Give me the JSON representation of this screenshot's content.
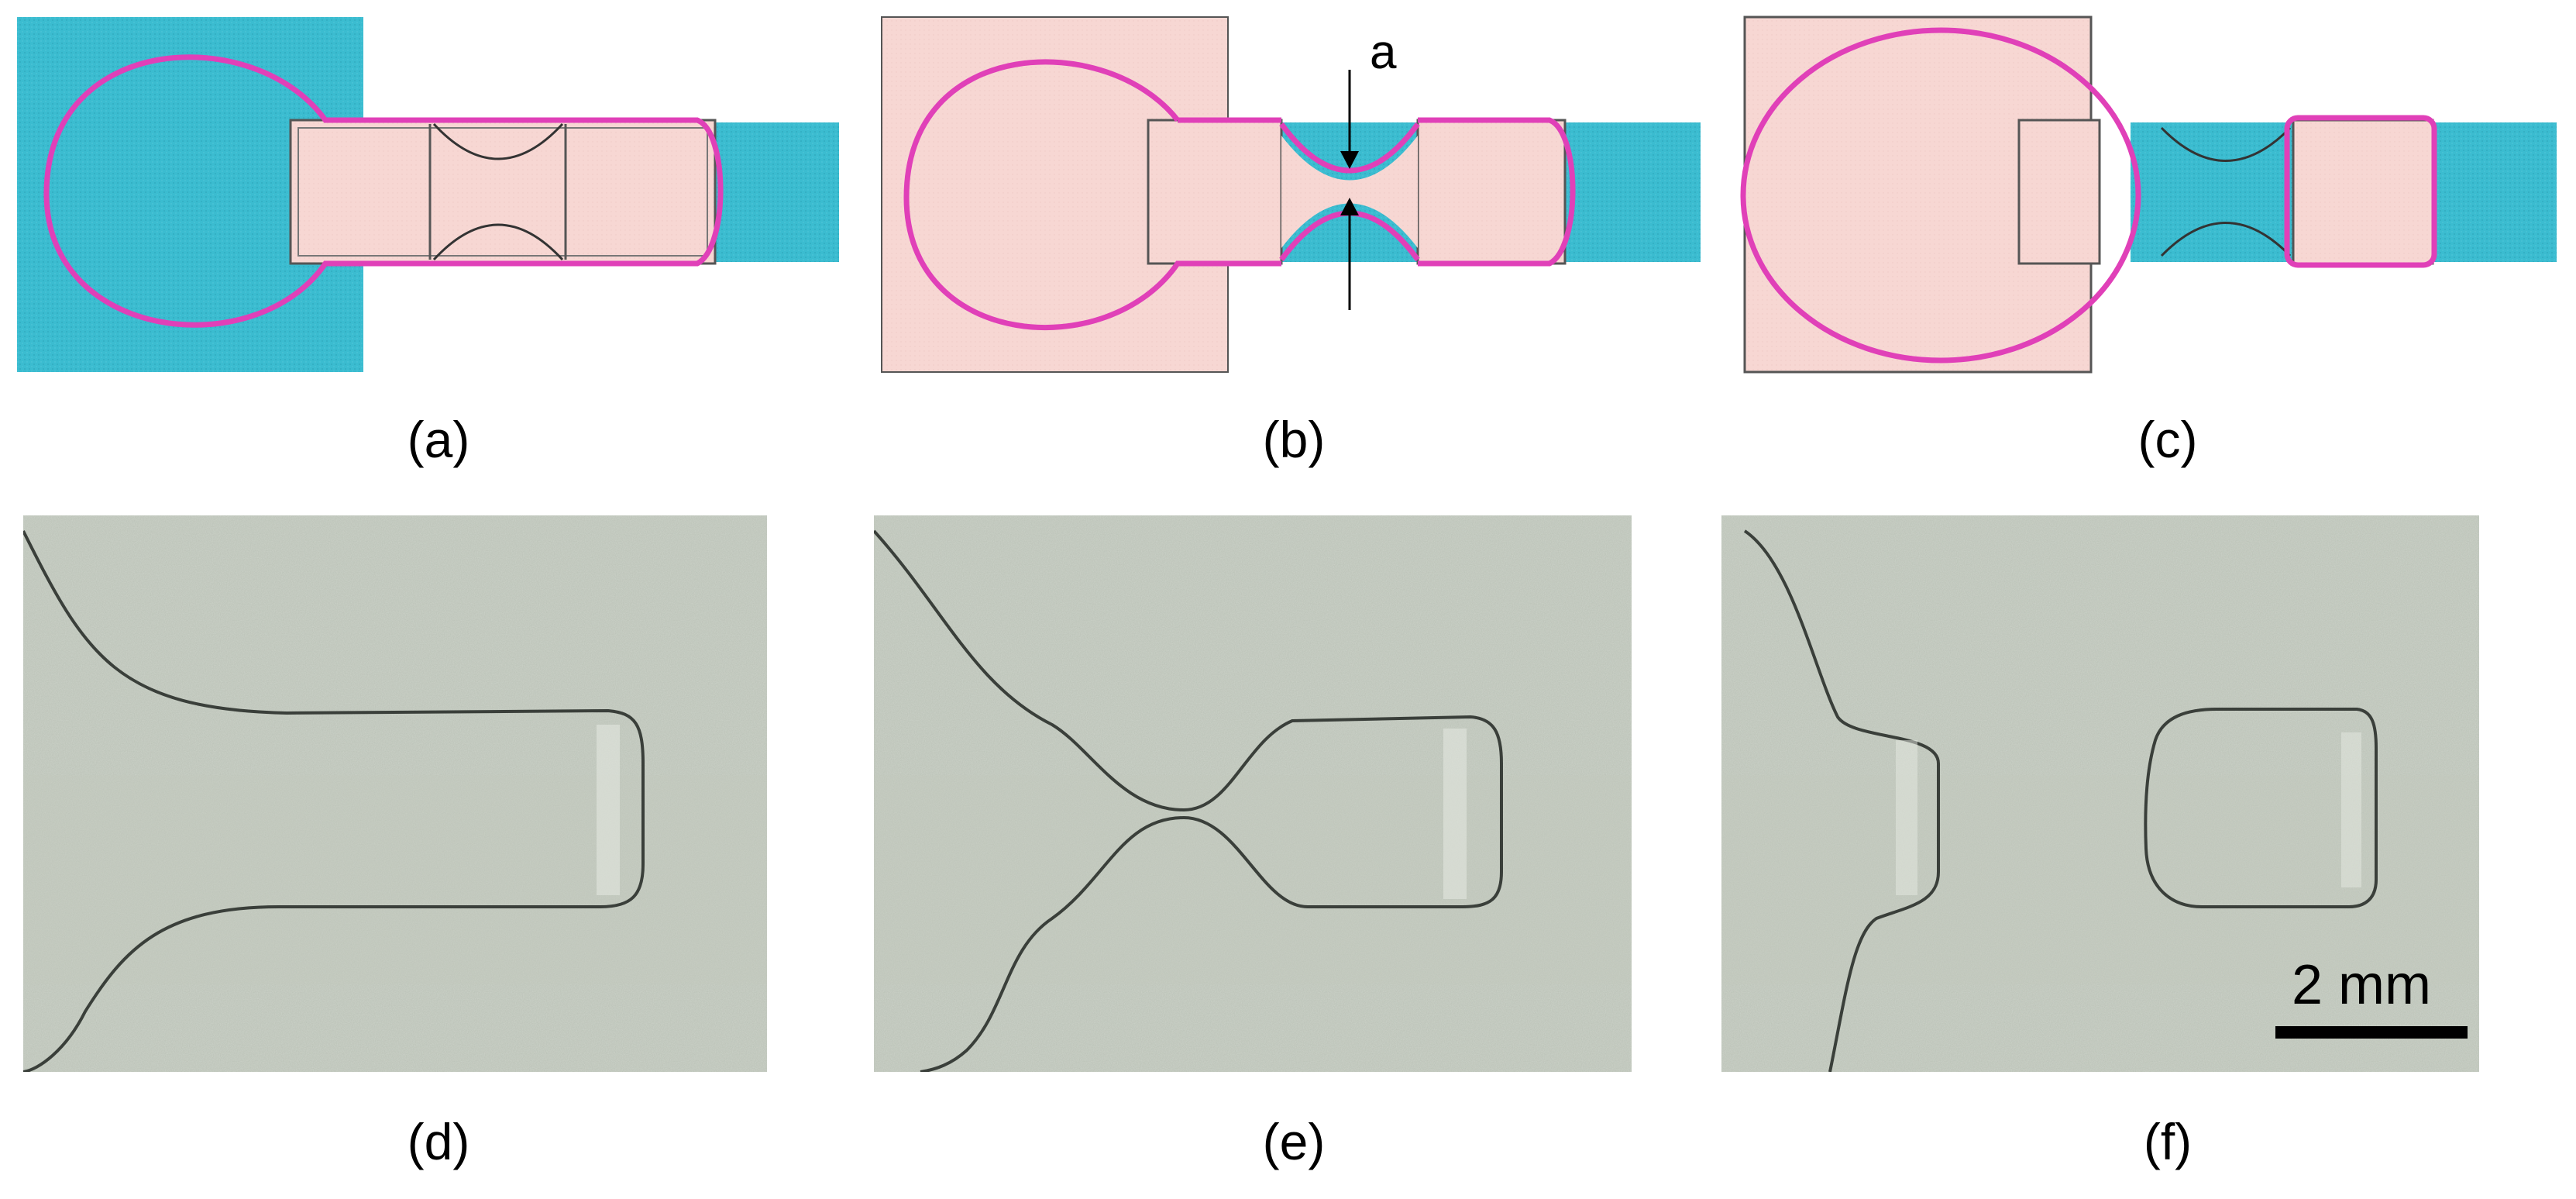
{
  "captions": {
    "a": "(a)",
    "b": "(b)",
    "c": "(c)",
    "d": "(d)",
    "e": "(e)",
    "f": "(f)"
  },
  "annotation_label": "a",
  "scale_bar_label": "2 mm",
  "colors": {
    "liquid_blue": "#3bbcd0",
    "paper_pink": "#f7d7d3",
    "contour_magenta": "#e040b8",
    "outline_gray": "#555555",
    "photo_base": "#b8bfb4"
  }
}
